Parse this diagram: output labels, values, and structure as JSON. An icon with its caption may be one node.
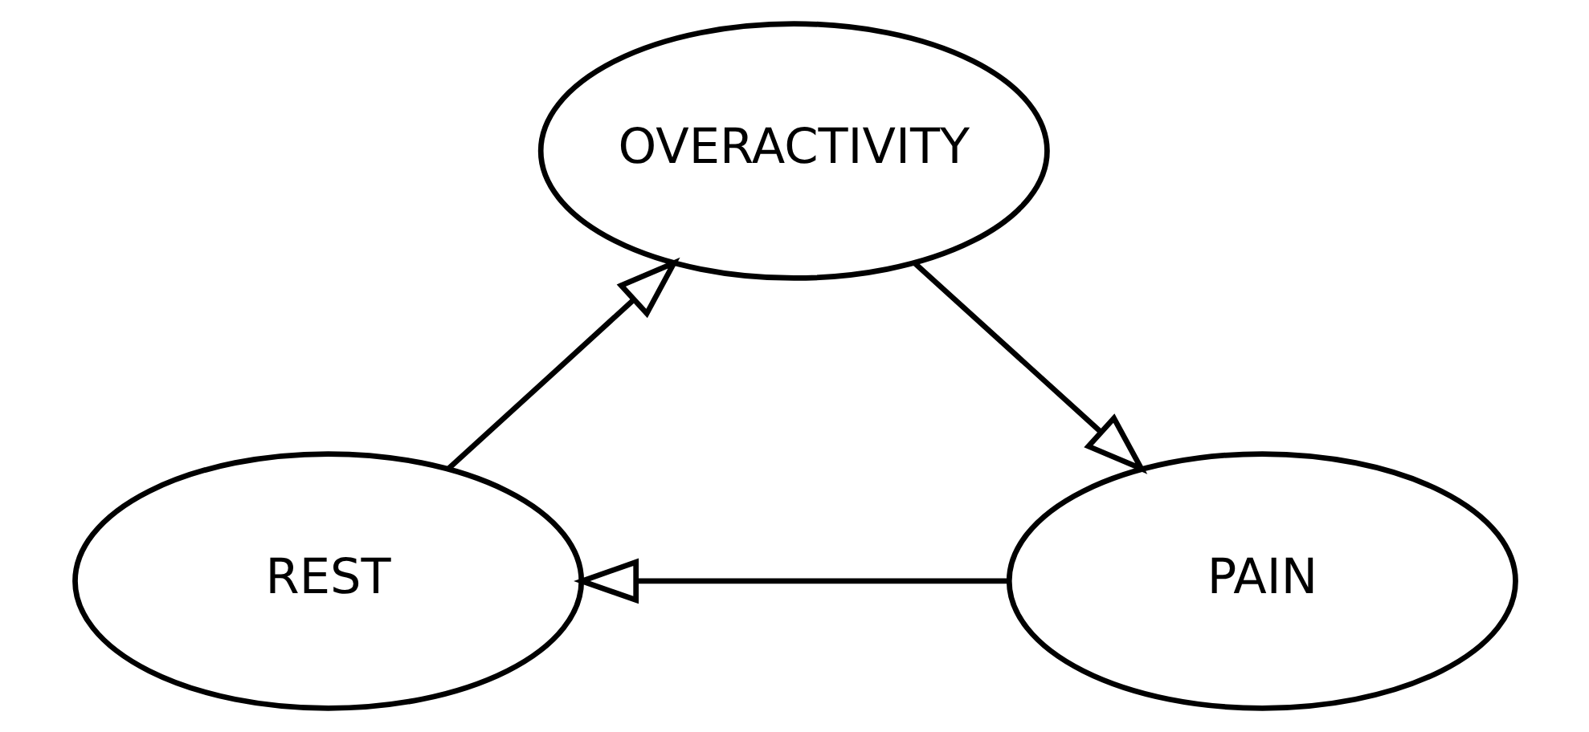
{
  "diagram": {
    "nodes": [
      {
        "text": [
          "OVERACTIVITY"
        ]
      },
      {
        "text": [
          "PAIN"
        ]
      },
      {
        "text": [
          "REST"
        ]
      }
    ],
    "edges": [
      {
        "from": 0,
        "to": 1,
        "arrow": "to"
      },
      {
        "from": 1,
        "to": 2,
        "arrow": "to"
      },
      {
        "from": 2,
        "to": 0,
        "arrow": "to"
      }
    ]
  }
}
